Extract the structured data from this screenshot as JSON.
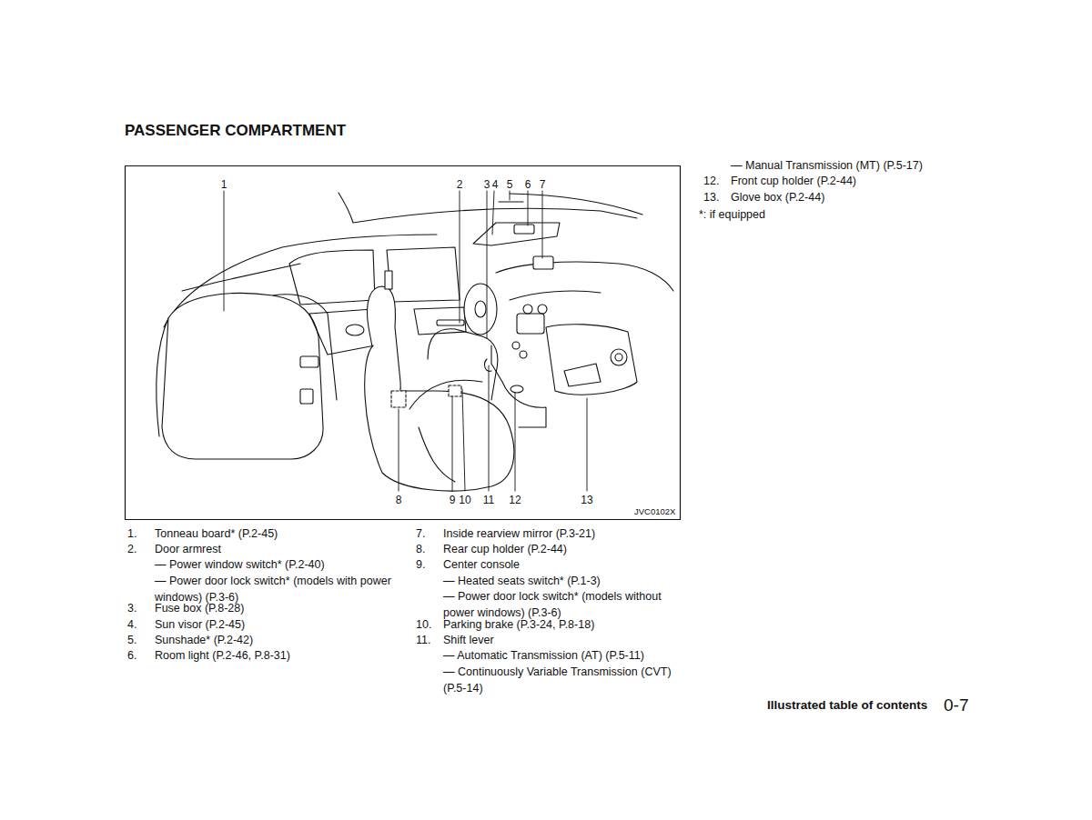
{
  "diagram": {
    "title": "PASSENGER COMPARTMENT",
    "labels": [
      "1",
      "2",
      "3",
      "4",
      "5",
      "6",
      "7",
      "8",
      "9",
      "10",
      "11",
      "12",
      "13",
      "JVC0102X",
      "1.",
      "Tonneau board* (P.2-45)",
      "2.",
      "Door armrest",
      "— Power window switch* (P.2-40)",
      "— Power door lock switch* (models with power windows) (P.3-6)",
      "3.",
      "Fuse box (P.8-28)",
      "4.",
      "Sun visor (P.2-45)",
      "5.",
      "Sunshade* (P.2-42)",
      "6.",
      "Room light (P.2-46, P.8-31)",
      "7.",
      "Inside rearview mirror (P.3-21)",
      "8.",
      "Rear cup holder (P.2-44)",
      "9.",
      "Center console",
      "— Heated seats switch* (P.1-3)",
      "— Power door lock switch* (models without power windows) (P.3-6)",
      "10.",
      "Parking brake (P.3-24, P.8-18)",
      "11.",
      "Shift lever",
      "— Automatic Transmission (AT) (P.5-11)",
      "— Continuously Variable Transmission (CVT) (P.5-14)",
      "— Manual Transmission (MT) (P.5-17)",
      "12.",
      "Front cup holder (P.2-44)",
      "13.",
      "Glove box (P.2-44)",
      "*: if equipped",
      "Illustrated table of contents",
      "0-7"
    ]
  }
}
